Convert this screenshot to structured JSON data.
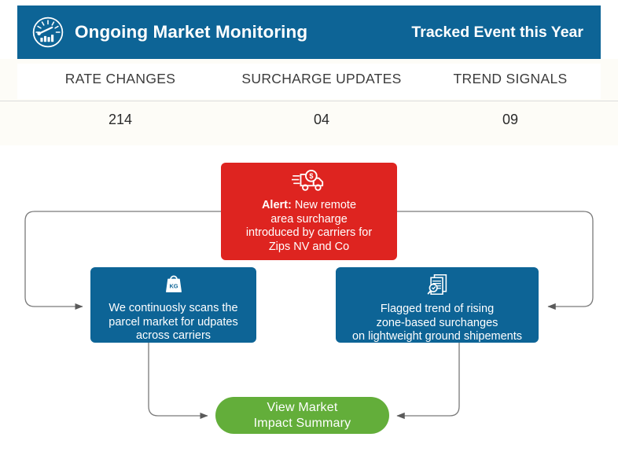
{
  "header": {
    "icon": "gauge-chart-icon",
    "title": "Ongoing Market Monitoring",
    "right_label": "Tracked Event this Year",
    "bg_color": "#0d6496",
    "text_color": "#ffffff"
  },
  "stats": {
    "columns": [
      {
        "label": "RATE CHANGES",
        "value": "214"
      },
      {
        "label": "SURCHARGE UPDATES",
        "value": "04"
      },
      {
        "label": "TREND SIGNALS",
        "value": "09"
      }
    ]
  },
  "flow": {
    "alert": {
      "icon": "delivery-truck-dollar-icon",
      "label_strong": "Alert:",
      "label_rest": " New remote\narea surcharge\nintroduced by carriers for\nZips NV and Co",
      "color": "#de2420"
    },
    "scan": {
      "icon": "weight-kg-icon",
      "icon_text": "KG",
      "label": "We continuosly scans the\nparcel market for udpates\nacross carriers",
      "color": "#0d6496"
    },
    "flag": {
      "icon": "document-search-icon",
      "label": "Flagged trend of rising\nzone-based surchanges\non lightweight ground shipements",
      "color": "#0d6496"
    },
    "cta": {
      "label": "View Market\nImpact Summary",
      "color": "#63ae3a"
    },
    "connector_color": "#6f6f6f"
  }
}
